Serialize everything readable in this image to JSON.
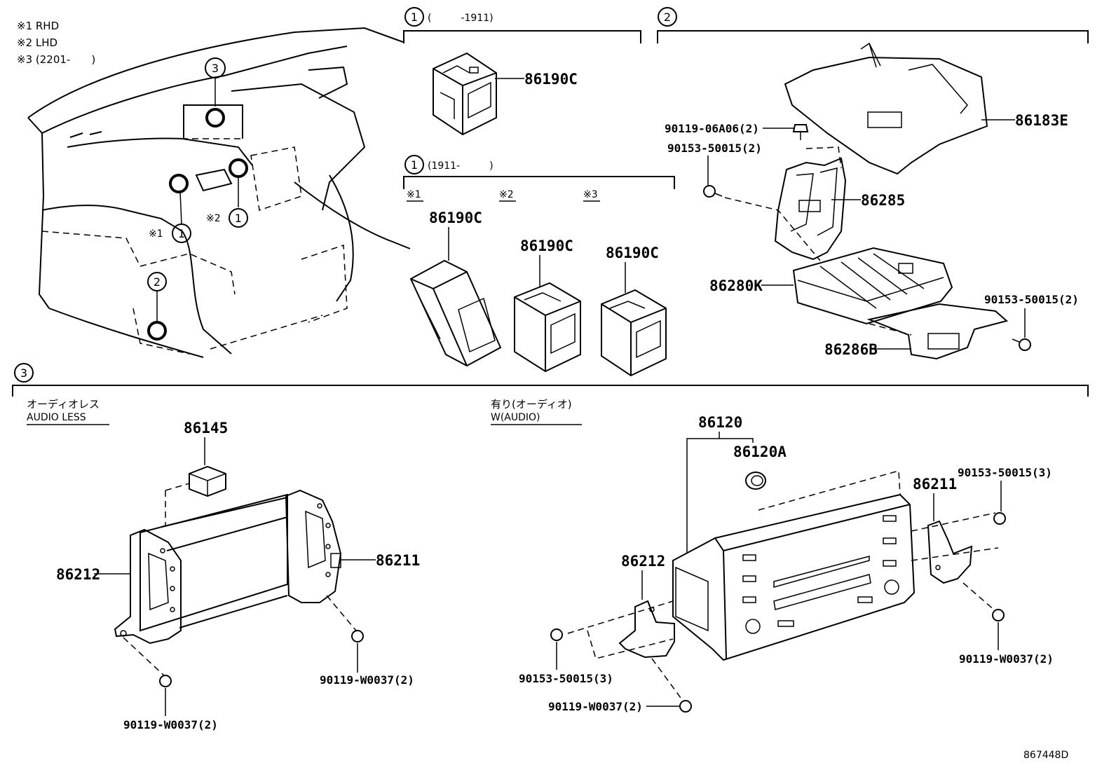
{
  "legend": {
    "notes": [
      "※1 RHD",
      "※2 LHD",
      "※3 (2201-　　)"
    ]
  },
  "callouts": {
    "one": "1",
    "two": "2",
    "three": "3"
  },
  "overview": {
    "rhd_mark": "※1",
    "lhd_mark": "※2"
  },
  "section1a": {
    "range": "(　　　-1911)",
    "part": "86190C"
  },
  "section1b": {
    "range": "(1911-　　　)",
    "variants": [
      {
        "mark": "※1",
        "part": "86190C"
      },
      {
        "mark": "※2",
        "part": "86190C"
      },
      {
        "mark": "※3",
        "part": "86190C"
      }
    ]
  },
  "section2": {
    "parts": {
      "cover": "86183E",
      "bolt_top": "90119-06A06(2)",
      "bolt_left": "90153-50015(2)",
      "bracket": "86285",
      "unit": "86280K",
      "bolt_right": "90153-50015(2)",
      "bracket_lower": "86286B"
    }
  },
  "section3": {
    "audio_less": {
      "title_jp": "オーディオレス",
      "title_en": "AUDIO LESS",
      "parts": {
        "module": "86145",
        "left_bracket": "86212",
        "right_bracket": "86211",
        "screw_right": "90119-W0037(2)",
        "screw_left": "90119-W0037(2)"
      }
    },
    "with_audio": {
      "title_jp": "有り(オーディオ)",
      "title_en": "W(AUDIO)",
      "parts": {
        "head_unit": "86120",
        "knob": "86120A",
        "right_bracket": "86211",
        "bolt_right": "90153-50015(3)",
        "left_bracket": "86212",
        "screw_right": "90119-W0037(2)",
        "bolt_left": "90153-50015(3)",
        "screw_bottom": "90119-W0037(2)"
      }
    }
  },
  "figure_code": "867448D"
}
